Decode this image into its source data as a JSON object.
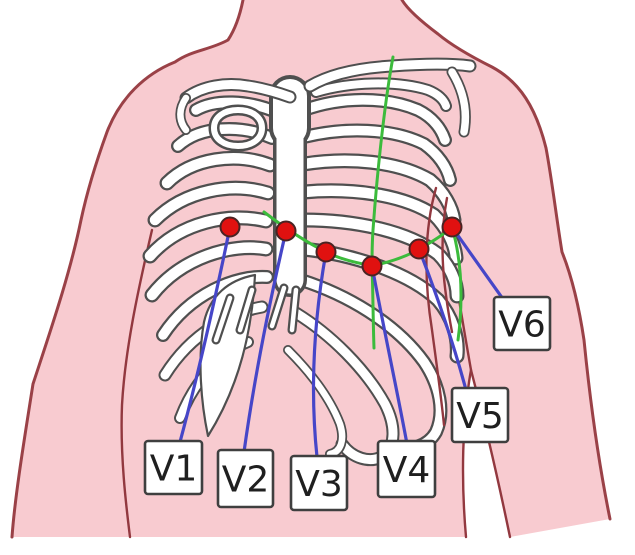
{
  "diagram": {
    "electrodes": [
      {
        "label": "V1"
      },
      {
        "label": "V2"
      },
      {
        "label": "V3"
      },
      {
        "label": "V4"
      },
      {
        "label": "V5"
      },
      {
        "label": "V6"
      }
    ]
  },
  "colors": {
    "skin": "#f8cbd0",
    "body_outline": "#9a4147",
    "detail_line": "#92383f",
    "bone_fill": "#ffffff",
    "bone_outline": "#4f4f4f",
    "lead_wire": "#4646c8",
    "reference_line": "#3cbb3c",
    "electrode_fill": "#e01110",
    "electrode_outline": "#4a2323",
    "label_background": "#ffffff",
    "label_border": "#3f3f3f",
    "label_text": "#1f1f1f"
  }
}
